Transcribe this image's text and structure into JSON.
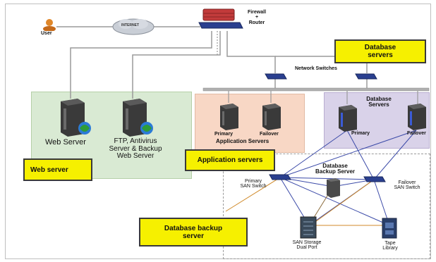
{
  "title_box": {
    "database_servers": "Database servers",
    "web_server": "Web server",
    "application_servers": "Application servers",
    "database_backup_server": "Database backup server"
  },
  "nodes": {
    "user": "User",
    "internet": "INTERNET",
    "firewall_router": [
      "Firewall",
      "+",
      "Router"
    ],
    "network_switches": "Network Switches",
    "web_server": "Web Server",
    "ftp_server": [
      "FTP, Antivirus",
      "Server & Backup",
      "Web Server"
    ],
    "app_primary": "Primary",
    "app_failover": "Failover",
    "app_servers_caption": "Application Servers",
    "db_servers_caption": [
      "Database",
      "Servers"
    ],
    "db_primary": "Primary",
    "db_failover": "Failover",
    "backup_server_caption": [
      "Database",
      "Backup Server"
    ],
    "primary_san_switch": [
      "Primary",
      "SAN Switch"
    ],
    "failover_san_switch": [
      "Failover",
      "SAN Switch"
    ],
    "san_storage": [
      "SAN Storage",
      "Dual Port"
    ],
    "tape_library": [
      "Tape",
      "Library"
    ]
  },
  "colors": {
    "label_yellow": "#f6f000",
    "panel_green": "#d9ead3",
    "panel_salmon": "#f8d7c5",
    "panel_lilac": "#d9d2e9",
    "link_blue": "#3b4aa8",
    "link_orange": "#d08a2a"
  }
}
